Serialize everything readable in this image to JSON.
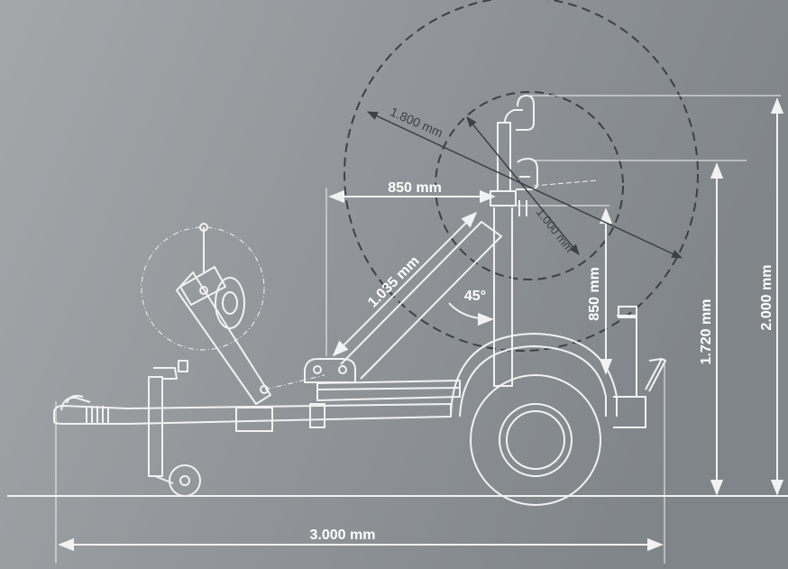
{
  "colors": {
    "bg_left": "#a3a6a9",
    "bg_right": "#83878c",
    "line": "#f2f2f2",
    "dashed": "#3c4147",
    "arrow_dark": "#3c4147"
  },
  "dimensions": {
    "total_length": "3.000 mm",
    "total_height": "2.000 mm",
    "arm_height": "1.720 mm",
    "mast_height": "850 mm",
    "reach_horizontal": "850 mm",
    "arm_length": "1.035 mm",
    "arm_angle": "45°",
    "drum_large": "1.800 mm",
    "drum_small": "1.000 mm"
  }
}
